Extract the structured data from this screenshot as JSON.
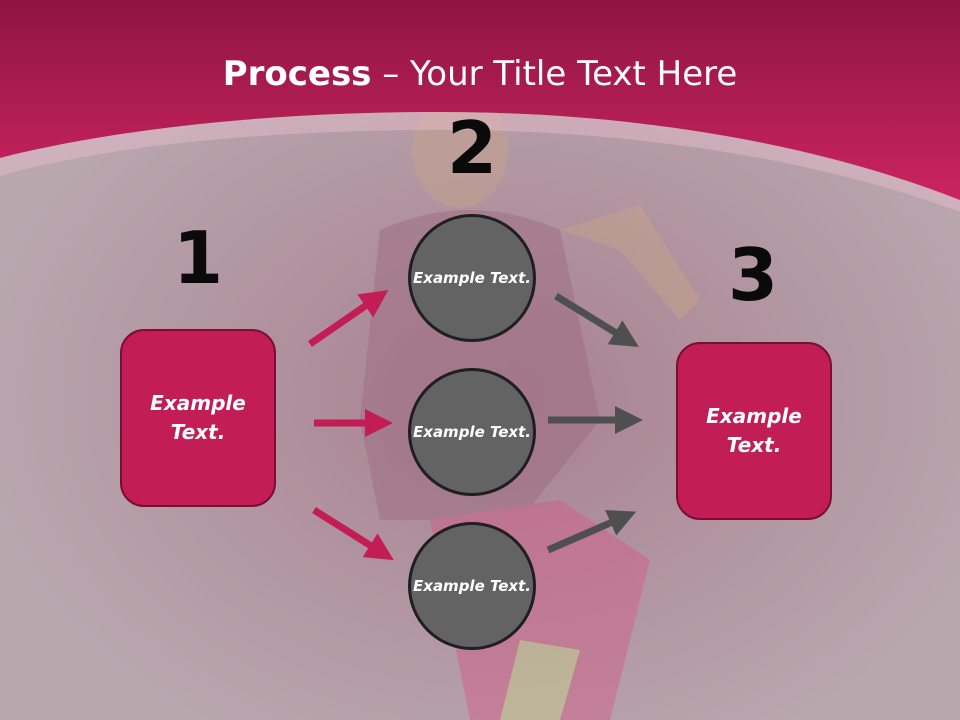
{
  "title": {
    "bold": "Process",
    "rest": " – Your Title Text Here"
  },
  "steps": {
    "one": {
      "number": "1",
      "label": "Example Text."
    },
    "two": {
      "number": "2",
      "circles": [
        {
          "label": "Example Text."
        },
        {
          "label": "Example Text."
        },
        {
          "label": "Example Text."
        }
      ]
    },
    "three": {
      "number": "3",
      "label": "Example Text."
    }
  },
  "colors": {
    "header": "#c21d55",
    "box": "#c21d55",
    "circle": "#636363",
    "arrow_in": "#c21d55",
    "arrow_out": "#4f4f4f",
    "background": "#b8a6ad"
  }
}
